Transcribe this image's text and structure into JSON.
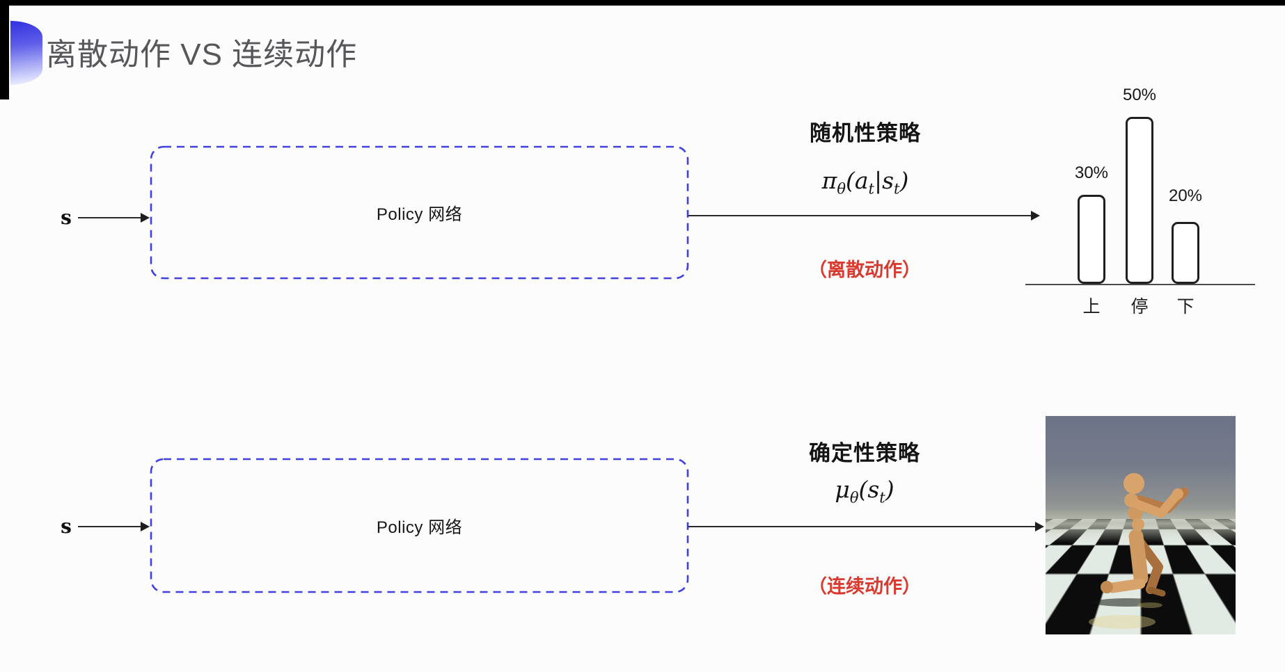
{
  "slide": {
    "title": "离散动作 VS 连续动作",
    "accent_color": "#3f40de",
    "red_color": "#d93a2f",
    "title_color": "#56575b"
  },
  "row_stochastic": {
    "input_label": "s",
    "box_label": "Policy 网络",
    "policy_title": "随机性策略",
    "formula": {
      "sym": "π",
      "sub": "θ",
      "arg1": "(a",
      "sub1": "t",
      "arg2": "|s",
      "sub2": "t",
      "close": ")"
    },
    "note": "（离散动作）"
  },
  "row_deterministic": {
    "input_label": "s",
    "box_label": "Policy 网络",
    "policy_title": "确定性策略",
    "formula": {
      "sym": "μ",
      "sub": "θ",
      "arg1": "(s",
      "sub1": "t",
      "close": ")"
    },
    "note": "（连续动作）"
  },
  "chart_data": {
    "type": "bar",
    "categories": [
      "上",
      "停",
      "下"
    ],
    "values": [
      30,
      50,
      20
    ],
    "value_labels": [
      "30%",
      "50%",
      "20%"
    ],
    "title": "",
    "xlabel": "",
    "ylabel": "",
    "ylim": [
      0,
      60
    ],
    "grid": false,
    "legend": false,
    "bar_style": "outlined, rounded, white fill"
  },
  "robot_image": {
    "label": "humanoid-on-checkerboard"
  }
}
